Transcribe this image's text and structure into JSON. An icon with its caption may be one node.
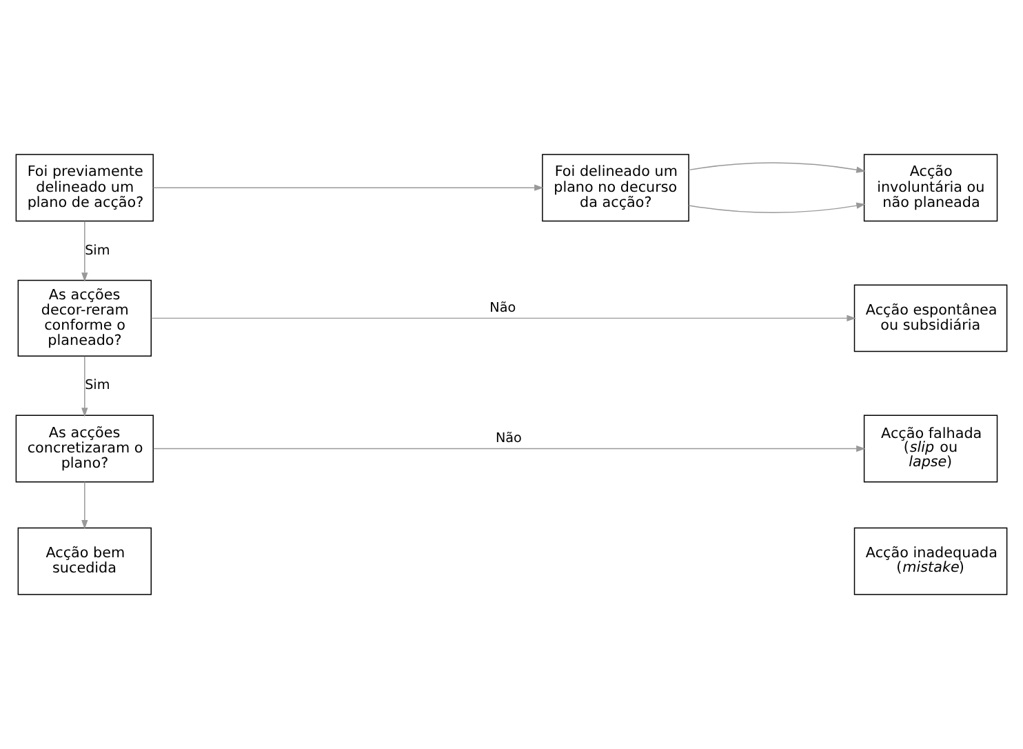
{
  "diagram": {
    "nodes": [
      {
        "text": [
          "Foi previamente delineado um plano de acção?"
        ]
      },
      {
        "text": [
          "Foi delineado um plano no decurso da acção?"
        ]
      },
      {
        "text": [
          "Acção involuntária ou não planeada"
        ]
      },
      {
        "text": [
          "As acções decor-reram conforme o planeado?"
        ]
      },
      {
        "text": [
          "Acção espontânea ou subsidiária"
        ]
      },
      {
        "text": [
          "As acções concretizaram o plano?"
        ]
      },
      {
        "text": [
          "Acção falhada (*slip* ou *lapse*)"
        ]
      },
      {
        "text": [
          "Acção bem sucedida"
        ]
      },
      {
        "text": [
          "Acção inadequada (*mistake*)"
        ]
      }
    ],
    "edges": [
      {
        "from": 0,
        "to": 1,
        "arrow": "to"
      },
      {
        "from": 1,
        "to": 2,
        "arrow": "to"
      },
      {
        "from": 1,
        "to": 2,
        "arrow": "to"
      },
      {
        "from": 0,
        "to": 3,
        "arrow": "to",
        "label": "Sim"
      },
      {
        "from": 3,
        "to": 4,
        "arrow": "to",
        "label": "Não"
      },
      {
        "from": 3,
        "to": 5,
        "arrow": "to",
        "label": "Sim"
      },
      {
        "from": 5,
        "to": 6,
        "arrow": "to",
        "label": "Não"
      },
      {
        "from": 5,
        "to": 7,
        "arrow": "to"
      }
    ]
  }
}
